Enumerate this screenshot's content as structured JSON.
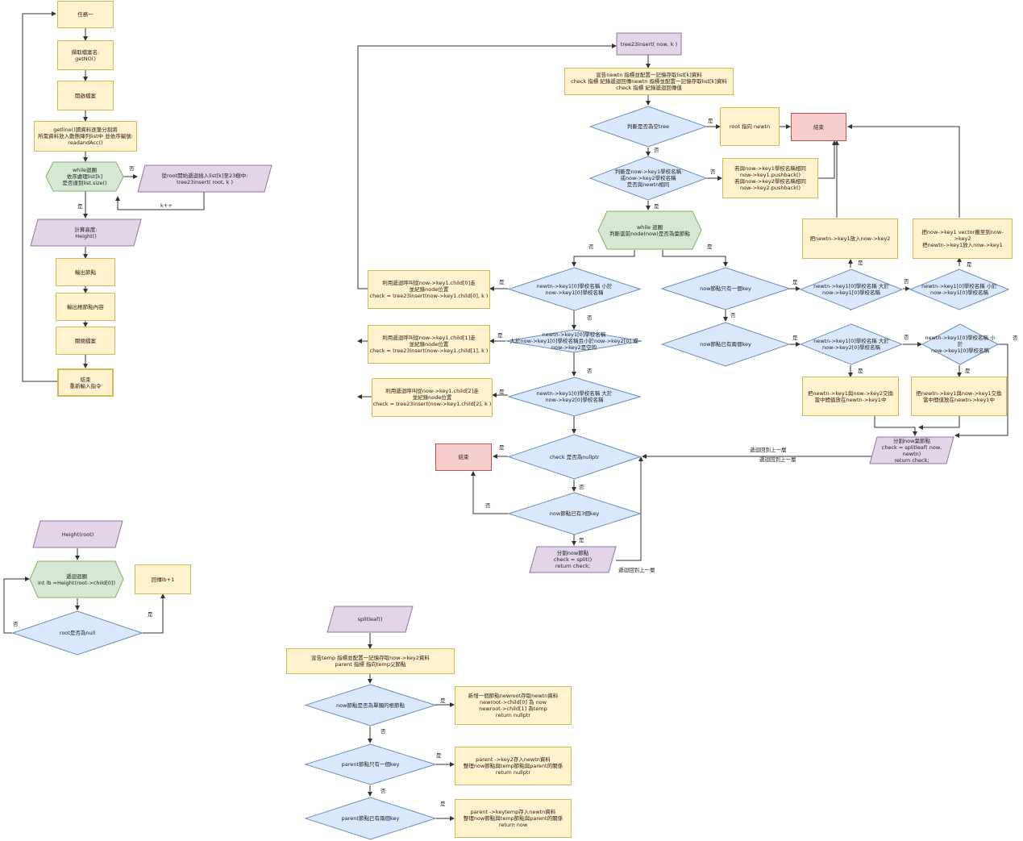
{
  "colors": {
    "proc_fill": "#fff2cc",
    "proc_stroke": "#d6b656",
    "term_fill": "#f8cecc",
    "term_stroke": "#b85450",
    "io_fill": "#e1d5e7",
    "io_stroke": "#9673a6",
    "dec_fill": "#dae8fc",
    "dec_stroke": "#6c8ebf",
    "loop_fill": "#d5e8d4",
    "loop_stroke": "#82b366",
    "edge": "#333333"
  },
  "main": {
    "n1": "任務一",
    "n2": "擷取檔案名:\ngetNO()",
    "n3": "開啟檔案",
    "n4": "getline()讀資料逐筆分割將\n所需資料放入動態陣列list中 並依序編號:\nreadandAcc()",
    "n5": "while迴圈\n依序處理list[k]\n是否達到list.size()",
    "n6": "從root開始遞迴插入list[k]至23樹中:\ntree23insert( root, k )",
    "n7": "計算高度:\nHeight()",
    "n8": "輸出節點",
    "n9": "輸出根節點內容",
    "n10": "關閉檔案",
    "n11": "結束\n重新輸入指令",
    "e_no": "否",
    "e_yes": "是",
    "e_kpp": "k++"
  },
  "insert": {
    "title": "tree23insert( now, k )",
    "init": "宣告newtn 指標並配置一記憶存取list[k]資料\ncheck 指標 紀錄遞迴回傳newtn 指標並配置一記憶存取list[k]資料\ncheck 指標 紀錄遞迴回傳值",
    "d_empty": "判斷是否為空tree",
    "root_new": "root 指向 newtn",
    "end1": "結束",
    "d_same": "判斷是now->key1學校名稱\n或now->key2學校名稱\n是否與newtn相同",
    "push": "若與now->key1學校名稱相同\nnow->key1.pushback()\n若與now->key2學校名稱相同\nnow->key2.pushback()",
    "while": "while 迴圈\n判斷當前node(now)是否為葉節點",
    "d_l1": "newtn->key1[0]學校名稱 小於\nnow->key1[0]學校名稱",
    "r_l1": "利用遞迴呼叫從now->key1.child[0]走\n並紀錄node位置\ncheck = tree23insert(now->key1.child[0], k )",
    "d_l2": "newtn->key1[0]學校名稱\n大於now->key1[0]學校名稱且小於now->key2[0] 或\nnow->key2是空的",
    "r_l2": "利用遞迴呼叫從now->key1.child[1]走\n並紀錄node位置\ncheck = tree23insert(now->key1.child[1], k )",
    "d_l3": "newtn->key1[0]學校名稱 大於\nnow->key2[0]學校名稱",
    "r_l3": "利用遞迴呼叫從now->key1.child[2]走\n並紀錄node位置\ncheck = tree23insert(now->key1.child[2], k )",
    "d_null": "check 是否為nullptr",
    "end2": "結束",
    "d_3key": "now節點已有3個key",
    "split": "分割now節點\ncheck = split()\nreturn check;",
    "d_one": "now節點只有一個key",
    "d_two": "now節點已有兩個key",
    "d_r1": "newtn->key1[0]學校名稱 大於\nnow->key1[0]學校名稱",
    "d_r2": "newtn->key1[0]學校名稱 小於\nnow->key1[0]學校名稱",
    "a_r1": "把newtn->key1放入now->key2",
    "a_r2": "把now->key1 vector搬至到now->key2\n把newtn->key1放入now->key1",
    "d_r3": "newtn->key1[0]學校名稱 大於\nnow->key2[0]學校名稱",
    "d_r4": "newtn->key1[0]學校名稱 小於\nnow->key1[0]學校名稱",
    "a_r3": "把newtn->key1與now->key2交換\n當中間值放在newtn->key1中",
    "a_r4": "把newtn->key1與now->key1交換\n當中間值放在newtn->key1中",
    "splitleaf": "分割now葉節點\ncheck = splitleaf( now, newtn)\nreturn check;",
    "e_yes": "是",
    "e_no": "否",
    "back1": "遞迴回到上一層",
    "back2": "遞迴回到上一層",
    "back3": "遞迴回到上一層"
  },
  "height": {
    "title": "Height(root)",
    "loop": "遞迴迴圈\nint lb =Height(root->child[0])",
    "ret": "回傳lb+1",
    "d_null": "root是否為null",
    "e_no": "否",
    "e_yes": "是"
  },
  "split": {
    "title": "splitleaf()",
    "decl": "宣告temp 指標並配置一記憶存取now->key2資料\nparent 指標 指向temp父節點",
    "d_root": "now節點是否為單獨的根節點",
    "a_root": "新增一個節點newroot存取newtn資料\nnewroot->child[0] 為 now\nnewroot->child[1] 為temp\nreturn nullptr",
    "d_p1": "parent節點只有一個key",
    "a_p1": "parent ->key2存入newtn資料\n整理now節點與temp節點與parent的關係\nreturn nullptr",
    "d_p2": "parent節點已有兩個key",
    "a_p2": "parent ->keytemp存入newtn資料\n整理now節點與temp節點與parent的關係\nreturn now",
    "e_yes": "是",
    "e_no": "否"
  }
}
